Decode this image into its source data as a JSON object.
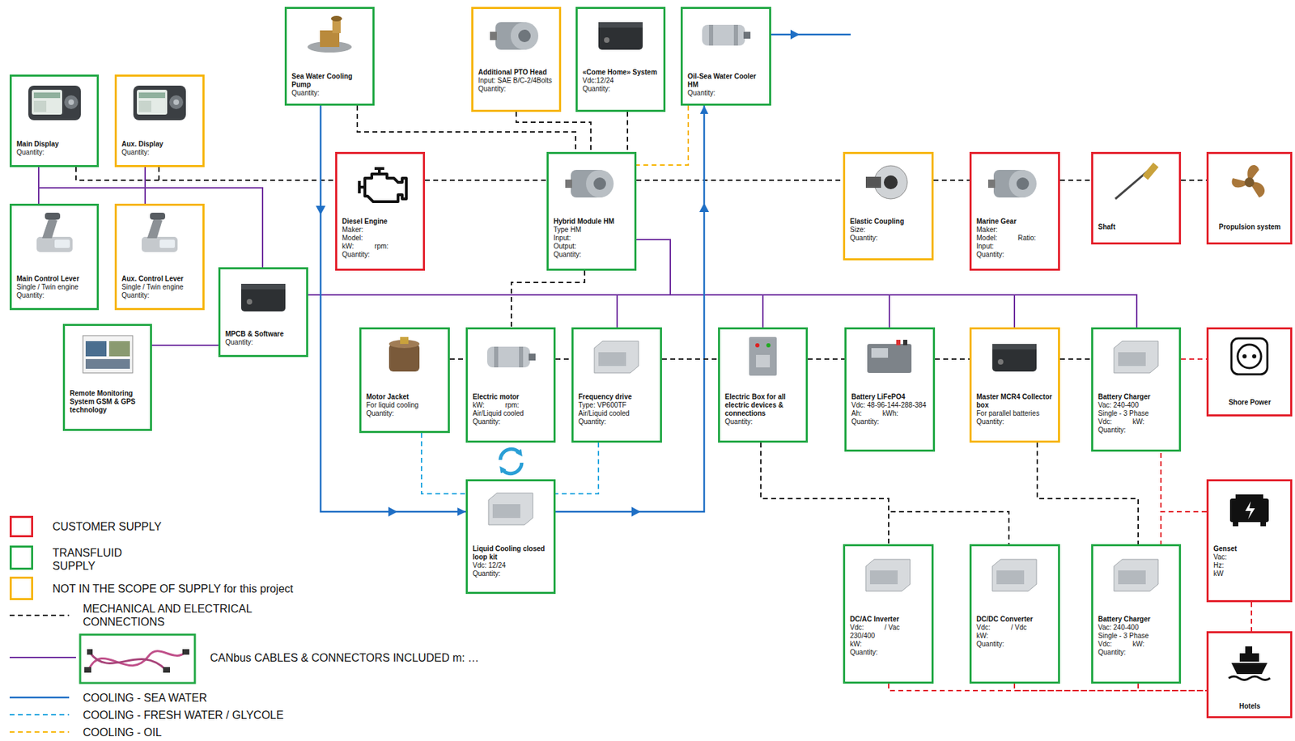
{
  "diagram": {
    "nodes": [
      {
        "text": [
          "Main Display",
          "Quantity:"
        ]
      },
      {
        "text": [
          "Aux. Display",
          "Quantity:"
        ]
      },
      {
        "text": [
          "Sea Water Cooling Pump",
          "Quantity:"
        ]
      },
      {
        "text": [
          "Additional PTO Head",
          "Input: SAE B/C-2/4Bolts",
          "Quantity:"
        ]
      },
      {
        "text": [
          "«Come Home» System",
          "Vdc:12/24",
          "Quantity:"
        ]
      },
      {
        "text": [
          "Oil-Sea Water Cooler HM",
          "Quantity:"
        ]
      },
      {
        "text": [
          "Diesel Engine",
          "Maker:",
          "Model:",
          "kW:",
          "rpm:",
          "Quantity:"
        ]
      },
      {
        "text": [
          "Hybrid Module HM",
          "Type HM",
          "Input:",
          "Output:",
          "Quantity:"
        ]
      },
      {
        "text": [
          "Elastic Coupling",
          "Size:",
          "Quantity:"
        ]
      },
      {
        "text": [
          "Marine Gear",
          "Maker:",
          "Model:",
          "Ratio:",
          "Input:",
          "Quantity:"
        ]
      },
      {
        "text": [
          "Shaft"
        ]
      },
      {
        "text": [
          "Propulsion system"
        ]
      },
      {
        "text": [
          "Main Control Lever",
          "Single / Twin engine",
          "Quantity:"
        ]
      },
      {
        "text": [
          "Aux. Control Lever",
          "Single / Twin engine",
          "Quantity:"
        ]
      },
      {
        "text": [
          "MPCB & Software",
          "Quantity:"
        ]
      },
      {
        "text": [
          "Remote Monitoring System GSM & GPS technology"
        ]
      },
      {
        "text": [
          "Motor Jacket",
          "For liquid cooling",
          "Quantity:"
        ]
      },
      {
        "text": [
          "Electric motor",
          "kW:",
          "rpm:",
          "Air/Liquid cooled",
          "Quantity:"
        ]
      },
      {
        "text": [
          "Frequency drive",
          "Type: VP600TF",
          "Air/Liquid cooled",
          "Quantity:"
        ]
      },
      {
        "text": [
          "Electric Box for all electric devices & connections",
          "Quantity:"
        ]
      },
      {
        "text": [
          "Battery LiFePO4",
          "Vdc: 48-96-144-288-384",
          "Ah:",
          "kWh:",
          "Quantity:"
        ]
      },
      {
        "text": [
          "Master MCR4 Collector box",
          "For parallel batteries",
          "Quantity:"
        ]
      },
      {
        "text": [
          "Battery Charger",
          "Vac: 240-400",
          "Single - 3 Phase",
          "Vdc:",
          "kW:",
          "Quantity:"
        ]
      },
      {
        "text": [
          "Shore Power"
        ]
      },
      {
        "text": [
          "Liquid Cooling closed loop kit",
          "Vdc: 12/24",
          "Quantity:"
        ]
      },
      {
        "text": [
          "Genset",
          "Vac:",
          "Hz:",
          "kW"
        ]
      },
      {
        "text": [
          "DC/AC Inverter",
          "Vdc:",
          "/ Vac",
          "230/400",
          "kW:",
          "Quantity:"
        ]
      },
      {
        "text": [
          "DC/DC Converter",
          "Vdc:",
          "/ Vdc",
          "kW:",
          "Quantity:"
        ]
      },
      {
        "text": [
          "Battery Charger",
          "Vac: 240-400",
          "Single - 3 Phase",
          "Vdc:",
          "kW:",
          "Quantity:"
        ]
      },
      {
        "text": [
          "Hotels"
        ]
      }
    ],
    "edges": [
      {
        "from": 0,
        "to": 6,
        "arrow": "none"
      },
      {
        "from": 1,
        "to": 6,
        "arrow": "none"
      },
      {
        "from": 6,
        "to": 7,
        "arrow": "none"
      },
      {
        "from": 7,
        "to": 8,
        "arrow": "none"
      },
      {
        "from": 8,
        "to": 9,
        "arrow": "none"
      },
      {
        "from": 9,
        "to": 10,
        "arrow": "none"
      },
      {
        "from": 10,
        "to": 11,
        "arrow": "none"
      },
      {
        "from": 2,
        "to": 7,
        "arrow": "none"
      },
      {
        "from": 3,
        "to": 7,
        "arrow": "none"
      },
      {
        "from": 4,
        "to": 7,
        "arrow": "none"
      },
      {
        "from": 5,
        "to": 7,
        "arrow": "none"
      },
      {
        "from": 7,
        "to": 17,
        "arrow": "none"
      },
      {
        "from": 0,
        "to": 12,
        "arrow": "none"
      },
      {
        "from": 1,
        "to": 13,
        "arrow": "none"
      },
      {
        "from": 12,
        "to": 14,
        "arrow": "none"
      },
      {
        "from": 13,
        "to": 14,
        "arrow": "none"
      },
      {
        "from": 15,
        "to": 14,
        "arrow": "none"
      },
      {
        "from": 14,
        "to": 7,
        "arrow": "none"
      },
      {
        "from": 14,
        "to": 18,
        "arrow": "none"
      },
      {
        "from": 14,
        "to": 19,
        "arrow": "none"
      },
      {
        "from": 14,
        "to": 20,
        "arrow": "none"
      },
      {
        "from": 14,
        "to": 21,
        "arrow": "none"
      },
      {
        "from": 14,
        "to": 22,
        "arrow": "none"
      },
      {
        "from": 2,
        "to": 24,
        "arrow": "to"
      },
      {
        "from": 24,
        "to": 5,
        "arrow": "to"
      },
      {
        "from": 16,
        "to": 24,
        "arrow": "none"
      },
      {
        "from": 18,
        "to": 24,
        "arrow": "none"
      },
      {
        "from": 16,
        "to": 17,
        "arrow": "none"
      },
      {
        "from": 17,
        "to": 18,
        "arrow": "none"
      },
      {
        "from": 18,
        "to": 19,
        "arrow": "none"
      },
      {
        "from": 19,
        "to": 20,
        "arrow": "none"
      },
      {
        "from": 20,
        "to": 21,
        "arrow": "none"
      },
      {
        "from": 21,
        "to": 22,
        "arrow": "none"
      },
      {
        "from": 22,
        "to": 23,
        "arrow": "none"
      },
      {
        "from": 19,
        "to": 26,
        "arrow": "none"
      },
      {
        "from": 19,
        "to": 27,
        "arrow": "none"
      },
      {
        "from": 21,
        "to": 28,
        "arrow": "none"
      },
      {
        "from": 25,
        "to": 22,
        "arrow": "none"
      },
      {
        "from": 25,
        "to": 28,
        "arrow": "none"
      },
      {
        "from": 25,
        "to": 29,
        "arrow": "none"
      },
      {
        "from": 26,
        "to": 29,
        "arrow": "none"
      },
      {
        "from": 27,
        "to": 29,
        "arrow": "none"
      },
      {
        "from": 28,
        "to": 29,
        "arrow": "none"
      }
    ],
    "legend": [
      {
        "text": "CUSTOMER SUPPLY",
        "color": "#e4202c"
      },
      {
        "text": "TRANSFLUID SUPPLY",
        "color": "#22a845"
      },
      {
        "text": "NOT IN THE SCOPE OF SUPPLY for this project",
        "color": "#f7b500"
      },
      {
        "text": "MECHANICAL AND ELECTRICAL CONNECTIONS"
      },
      {
        "text": "CANbus CABLES & CONNECTORS INCLUDED m: …"
      },
      {
        "text": "COOLING - SEA WATER"
      },
      {
        "text": "COOLING - FRESH WATER / GLYCOLE"
      },
      {
        "text": "COOLING - OIL"
      }
    ]
  }
}
